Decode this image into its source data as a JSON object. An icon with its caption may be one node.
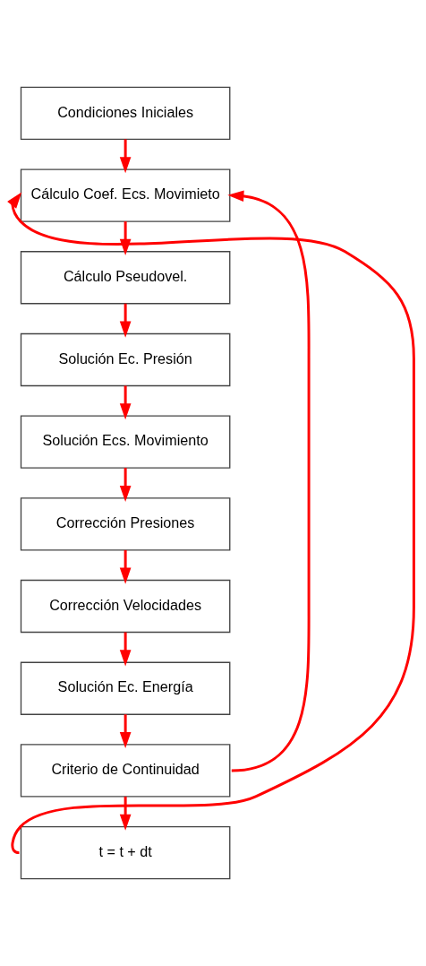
{
  "diagram": {
    "nodes": [
      {
        "text": [
          "Condiciones Iniciales"
        ]
      },
      {
        "text": [
          "Cálculo Coef. Ecs. Movimieto"
        ]
      },
      {
        "text": [
          "Cálculo Pseudovel."
        ]
      },
      {
        "text": [
          "Solución Ec. Presión"
        ]
      },
      {
        "text": [
          "Solución Ecs. Movimiento"
        ]
      },
      {
        "text": [
          "Corrección Presiones"
        ]
      },
      {
        "text": [
          "Corrección Velocidades"
        ]
      },
      {
        "text": [
          "Solución Ec. Energía"
        ]
      },
      {
        "text": [
          "Criterio de Continuidad"
        ]
      },
      {
        "text": [
          "t = t + dt"
        ]
      }
    ],
    "edges": [
      {
        "from": 0,
        "to": 1,
        "arrow": "to"
      },
      {
        "from": 1,
        "to": 2,
        "arrow": "to"
      },
      {
        "from": 2,
        "to": 3,
        "arrow": "to"
      },
      {
        "from": 3,
        "to": 4,
        "arrow": "to"
      },
      {
        "from": 4,
        "to": 5,
        "arrow": "to"
      },
      {
        "from": 5,
        "to": 6,
        "arrow": "to"
      },
      {
        "from": 6,
        "to": 7,
        "arrow": "to"
      },
      {
        "from": 7,
        "to": 8,
        "arrow": "to"
      },
      {
        "from": 8,
        "to": 9,
        "arrow": "to"
      },
      {
        "from": 9,
        "to": 1,
        "arrow": "to"
      },
      {
        "from": 8,
        "to": 1,
        "arrow": "to"
      }
    ]
  }
}
